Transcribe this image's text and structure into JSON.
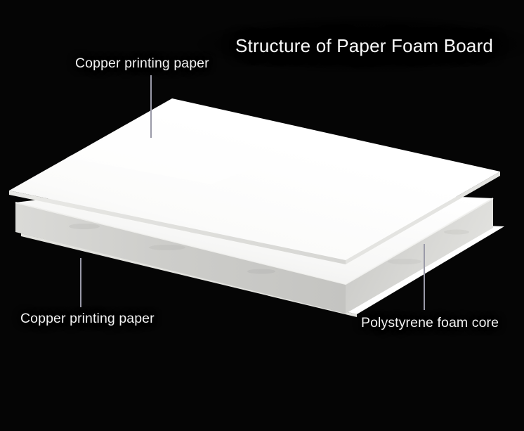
{
  "figure": {
    "title": "Structure of Paper Foam Board",
    "background_color": "#050505",
    "text_color": "#f2f2f2",
    "leader_line_color": "#9a9aa8"
  },
  "labels": {
    "top_sheet": "Copper printing paper",
    "bottom_sheet": "Copper printing paper",
    "core": "Polystyrene foam core"
  },
  "layers": [
    {
      "name": "top-sheet",
      "label": "Copper printing paper",
      "color": "#ffffff",
      "role": "top facing paper"
    },
    {
      "name": "foam-core",
      "label": "Polystyrene foam core",
      "color": "#dcdcda",
      "role": "expanded polystyrene slab"
    },
    {
      "name": "bottom-sheet",
      "label": "Copper printing paper",
      "color": "#ffffff",
      "role": "bottom facing paper"
    }
  ],
  "chart_data": {
    "type": "diagram",
    "title": "Structure of Paper Foam Board",
    "view": "exploded isometric cross-section",
    "items": [
      {
        "layer": "Copper printing paper",
        "position": "top"
      },
      {
        "layer": "Polystyrene foam core",
        "position": "middle"
      },
      {
        "layer": "Copper printing paper",
        "position": "bottom"
      }
    ]
  }
}
